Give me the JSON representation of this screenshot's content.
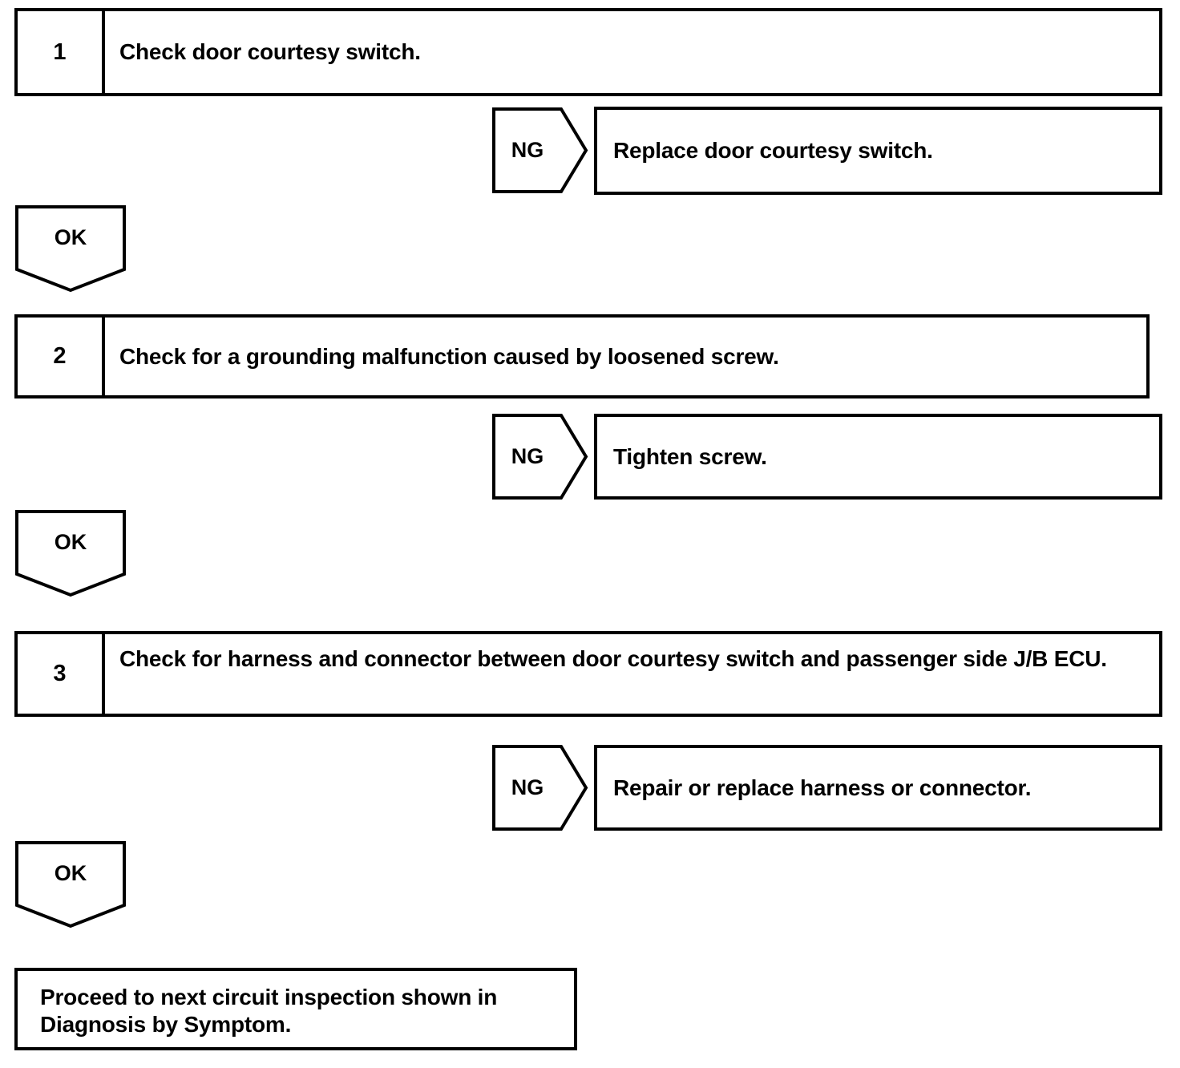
{
  "diagram": {
    "type": "troubleshooting-flowchart",
    "ink_color": "#000000",
    "background_color": "#ffffff",
    "steps": [
      {
        "number": "1",
        "text": "Check door courtesy switch.",
        "ng_label": "NG",
        "ng_action": "Replace door courtesy switch.",
        "ok_label": "OK"
      },
      {
        "number": "2",
        "text": "Check for a grounding malfunction caused by loosened screw.",
        "ng_label": "NG",
        "ng_action": "Tighten screw.",
        "ok_label": "OK"
      },
      {
        "number": "3",
        "text": "Check for harness and connector between door courtesy switch and passenger side J/B ECU.",
        "text_line1": "Check for harness and connector between door courtesy switch and passenger",
        "text_line2": "side J/B ECU.",
        "ng_label": "NG",
        "ng_action": "Repair or replace harness or connector.",
        "ok_label": "OK"
      }
    ],
    "terminal": {
      "text": "Proceed to next circuit inspection shown in\nDiagnosis by Symptom."
    }
  }
}
